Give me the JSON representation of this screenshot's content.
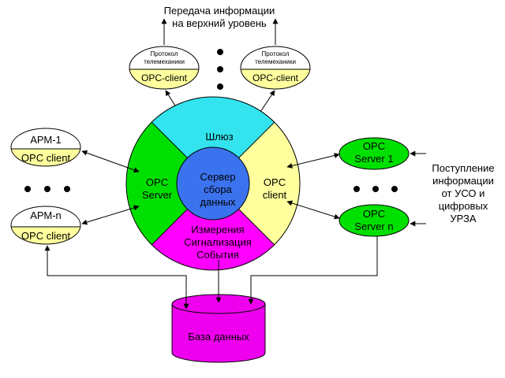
{
  "top_text": [
    "Передача информации",
    "на верхний уровень"
  ],
  "telemech": [
    {
      "protocol": [
        "Протокол",
        "телемеханики"
      ],
      "label": "OPC-client"
    },
    {
      "protocol": [
        "Протокол",
        "телемеханики"
      ],
      "label": "OPC-client"
    }
  ],
  "arm": [
    {
      "title": "АРМ-1",
      "label": "OPC client"
    },
    {
      "title": "АРМ-n",
      "label": "OPC client"
    }
  ],
  "hub": {
    "top": "Шлюз",
    "left": [
      "OPC",
      "Server"
    ],
    "right": [
      "OPC",
      "client"
    ],
    "bottom": [
      "Измерения",
      "Сигнализация",
      "События"
    ],
    "center": [
      "Сервер",
      "сбора",
      "данных"
    ]
  },
  "opc_servers": [
    [
      "OPC",
      "Server 1"
    ],
    [
      "OPC",
      "Server n"
    ]
  ],
  "incoming_text": [
    "Поступление",
    "информации",
    "от УСО и",
    "цифровых",
    "УРЗА"
  ],
  "database": "База данных",
  "colors": {
    "gateway": "#33e4ee",
    "opc_server_segment": "#00e000",
    "opc_client_segment": "#ffff9e",
    "events_segment": "#ff00ff",
    "center": "#3b73ee",
    "client_band": "#ffff9e",
    "opc_server_node": "#00e000",
    "database": "#ee00ee"
  }
}
